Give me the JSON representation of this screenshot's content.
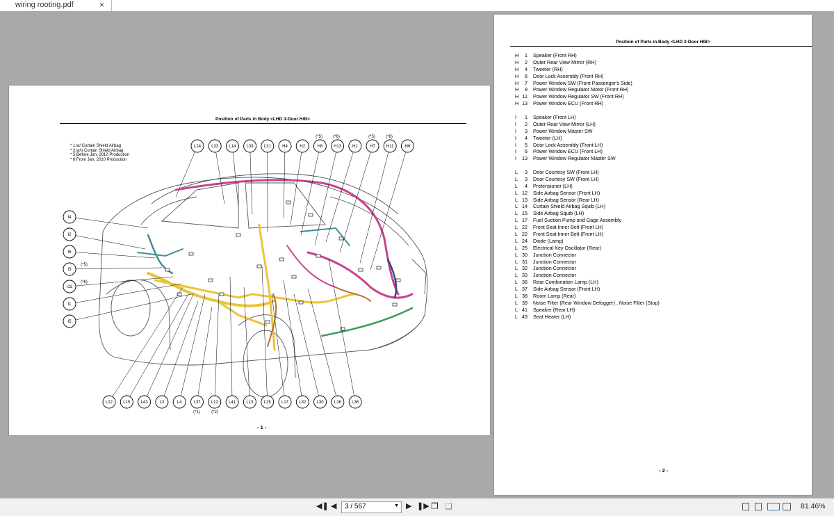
{
  "tab": {
    "title": "wiring rooting.pdf",
    "close": "×"
  },
  "page1": {
    "title": "Position of Parts in Body <LHD 3-Door H/B>",
    "notes": [
      "* 1:w/ Curtain Shield Airbag",
      "* 2:w/o Curtain Shield Airbag",
      "* 5:Before Jan. 2010 Production",
      "* 6:From Jan. 2010 Production"
    ],
    "top_connectors": [
      "L24",
      "L33",
      "L14",
      "L39",
      "L31",
      "H4",
      "H2",
      "H8",
      "H13",
      "H1",
      "H7",
      "H11",
      "H6"
    ],
    "top_tags": [
      "(*5)",
      "(*6)",
      "(*5)",
      "(*6)"
    ],
    "left_connectors": [
      "I4",
      "I2",
      "I6",
      "I3",
      "I13",
      "I1",
      "I5"
    ],
    "left_tags": [
      "(*5)",
      "(*6)"
    ],
    "bottom_connectors": [
      "L22",
      "L15",
      "L43",
      "L3",
      "L4",
      "L37",
      "L12",
      "L41",
      "L13",
      "L25",
      "L17",
      "L32",
      "L30",
      "L38",
      "L36"
    ],
    "bottom_tags": [
      "(*1)",
      "(*2)"
    ],
    "page_number": "- 1 -"
  },
  "page2": {
    "title": "Position of Parts in Body <LHD 3-Door H/B>",
    "groups": [
      [
        {
          "p": "H",
          "n": "1",
          "d": "Speaker (Front RH)"
        },
        {
          "p": "H",
          "n": "2",
          "d": "Outer Rear View Mirror (RH)"
        },
        {
          "p": "H",
          "n": "4",
          "d": "Tweeter (RH)"
        },
        {
          "p": "H",
          "n": "6",
          "d": "Door Lock Assembly (Front RH)"
        },
        {
          "p": "H",
          "n": "7",
          "d": "Power Window SW (Front Passenger's Side)"
        },
        {
          "p": "H",
          "n": "8",
          "d": "Power Window Regulator Motor (Front RH)"
        },
        {
          "p": "H",
          "n": "11",
          "d": "Power Window Regulator SW (Front RH)"
        },
        {
          "p": "H",
          "n": "13",
          "d": "Power Window ECU (Front RH)"
        }
      ],
      [
        {
          "p": "I",
          "n": "1",
          "d": "Speaker (Front LH)"
        },
        {
          "p": "I",
          "n": "2",
          "d": "Outer Rear View Mirror (LH)"
        },
        {
          "p": "I",
          "n": "3",
          "d": "Power Window Master SW"
        },
        {
          "p": "I",
          "n": "4",
          "d": "Tweeter (LH)"
        },
        {
          "p": "I",
          "n": "5",
          "d": "Door Lock Assembly (Front LH)"
        },
        {
          "p": "I",
          "n": "6",
          "d": "Power Window ECU (Front LH)"
        },
        {
          "p": "I",
          "n": "13",
          "d": "Power Window Regulator Master SW"
        }
      ],
      [
        {
          "p": "L",
          "n": "3",
          "d": "Door Courtesy SW (Front LH)"
        },
        {
          "p": "L",
          "n": "3",
          "d": "Door Courtesy SW (Front LH)"
        },
        {
          "p": "L",
          "n": "4",
          "d": "Pretensioner (LH)"
        },
        {
          "p": "L",
          "n": "12",
          "d": "Side Airbag Sensor (Front LH)"
        },
        {
          "p": "L",
          "n": "13",
          "d": "Side Airbag Sensor (Rear LH)"
        },
        {
          "p": "L",
          "n": "14",
          "d": "Curtain Shield Airbag Squib (LH)"
        },
        {
          "p": "L",
          "n": "15",
          "d": "Side Airbag Squib (LH)"
        },
        {
          "p": "L",
          "n": "17",
          "d": "Fuel Suction Pump and Gage Assembly"
        },
        {
          "p": "L",
          "n": "22",
          "d": "Front Seat Inner Belt (Front LH)"
        },
        {
          "p": "L",
          "n": "22",
          "d": "Front Seat Inner Belt (Front LH)"
        },
        {
          "p": "L",
          "n": "24",
          "d": "Diode (Lamp)"
        },
        {
          "p": "L",
          "n": "25",
          "d": "Electrical Key Oscillator (Rear)"
        },
        {
          "p": "L",
          "n": "30",
          "d": "Junction Connector"
        },
        {
          "p": "L",
          "n": "31",
          "d": "Junction Connector"
        },
        {
          "p": "L",
          "n": "32",
          "d": "Junction Connector"
        },
        {
          "p": "L",
          "n": "33",
          "d": "Junction Connector"
        },
        {
          "p": "L",
          "n": "36",
          "d": "Rear Combination Lamp (LH)"
        },
        {
          "p": "L",
          "n": "37",
          "d": "Side Airbag Sensor (Front LH)"
        },
        {
          "p": "L",
          "n": "38",
          "d": "Room Lamp (Rear)"
        },
        {
          "p": "L",
          "n": "39",
          "d": "Noise Filter (Rear Window Defogger) , Noise Filter (Stop)"
        },
        {
          "p": "L",
          "n": "41",
          "d": "Speaker (Rear LH)"
        },
        {
          "p": "L",
          "n": "43",
          "d": "Seat Heater (LH)"
        }
      ]
    ],
    "page_number": "- 2 -"
  },
  "toolbar": {
    "first_icon": "first-page-icon",
    "prev_icon": "prev-page-icon",
    "page_value": "3 / 567",
    "next_icon": "next-page-icon",
    "last_icon": "last-page-icon",
    "zoom": "81.46%"
  },
  "colors": {
    "background": "#a9a9a9",
    "wire_yellow": "#e9c43a",
    "wire_pink": "#c8428f",
    "wire_teal": "#3f8f97",
    "wire_green": "#3b9a62"
  }
}
